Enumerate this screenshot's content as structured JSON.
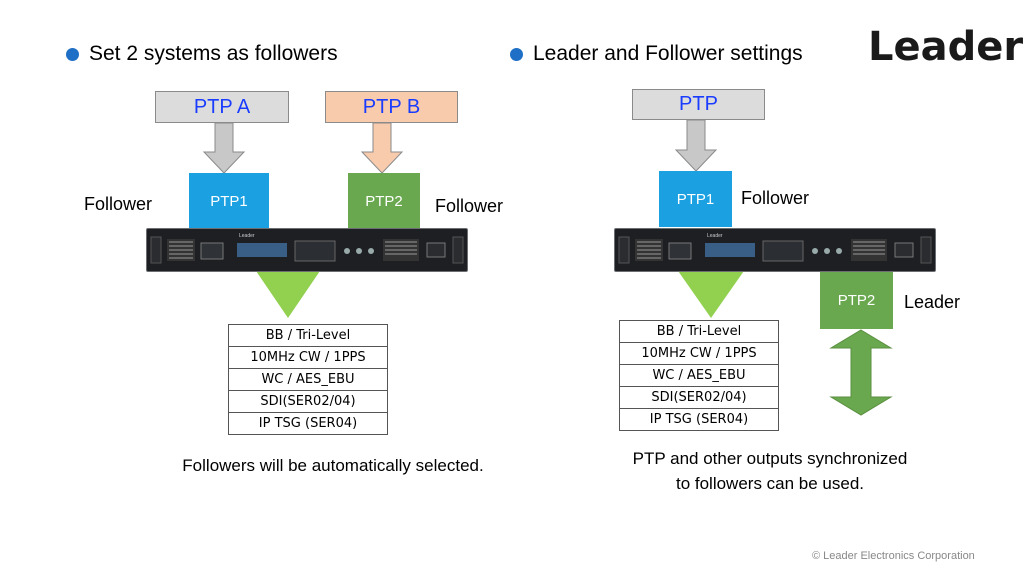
{
  "left": {
    "title": "Set 2 systems as followers",
    "source_a": "PTP A",
    "source_b": "PTP B",
    "ptp1": "PTP1",
    "ptp2": "PTP2",
    "ptp1_role": "Follower",
    "ptp2_role": "Follower",
    "outputs": [
      "BB / Tri-Level",
      "10MHz CW / 1PPS",
      "WC / AES_EBU",
      "SDI(SER02/04)",
      "IP TSG (SER04)"
    ],
    "caption": "Followers will be automatically selected."
  },
  "right": {
    "title": "Leader and Follower settings",
    "source": "PTP",
    "ptp1": "PTP1",
    "ptp2": "PTP2",
    "ptp1_role": "Follower",
    "ptp2_role": "Leader",
    "outputs": [
      "BB / Tri-Level",
      "10MHz CW / 1PPS",
      "WC / AES_EBU",
      "SDI(SER02/04)",
      "IP TSG (SER04)"
    ],
    "caption_line1": "PTP and other outputs synchronized",
    "caption_line2": "to followers can be used."
  },
  "logo": "Leader",
  "copyright": "© Leader Electronics Corporation",
  "colors": {
    "bullet": "#1f6fc6",
    "ptp1": "#1ba1e2",
    "ptp2": "#6aa84f",
    "arrow_gray": "#c8c8c8",
    "arrow_orange": "#f8cbad",
    "arrow_green": "#70ad47",
    "output_triangle": "#92d050"
  }
}
